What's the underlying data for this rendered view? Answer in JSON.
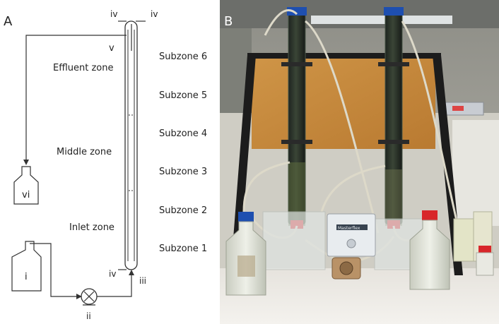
{
  "panel_a": {
    "letter": "A",
    "zones": [
      "Effluent zone",
      "Middle zone",
      "Inlet zone"
    ],
    "subzones": [
      "Subzone 6",
      "Subzone 5",
      "Subzone 4",
      "Subzone 3",
      "Subzone 2",
      "Subzone 1"
    ],
    "markers": {
      "port_top_left": "iv",
      "port_top_right": "iv",
      "effluent_port": "v",
      "effluent_bottle": "vi",
      "feed_bottle": "i",
      "pump": "ii",
      "inlet": "iii",
      "port_bottom": "iv"
    }
  },
  "panel_b": {
    "letter": "B",
    "pump_brand_text": "Masterflex"
  },
  "colors": {
    "line": "#333333",
    "board": "#c98a3a",
    "frame": "#1c1c1c",
    "cap_red": "#d8262a",
    "cap_blue": "#1e4fb0"
  }
}
